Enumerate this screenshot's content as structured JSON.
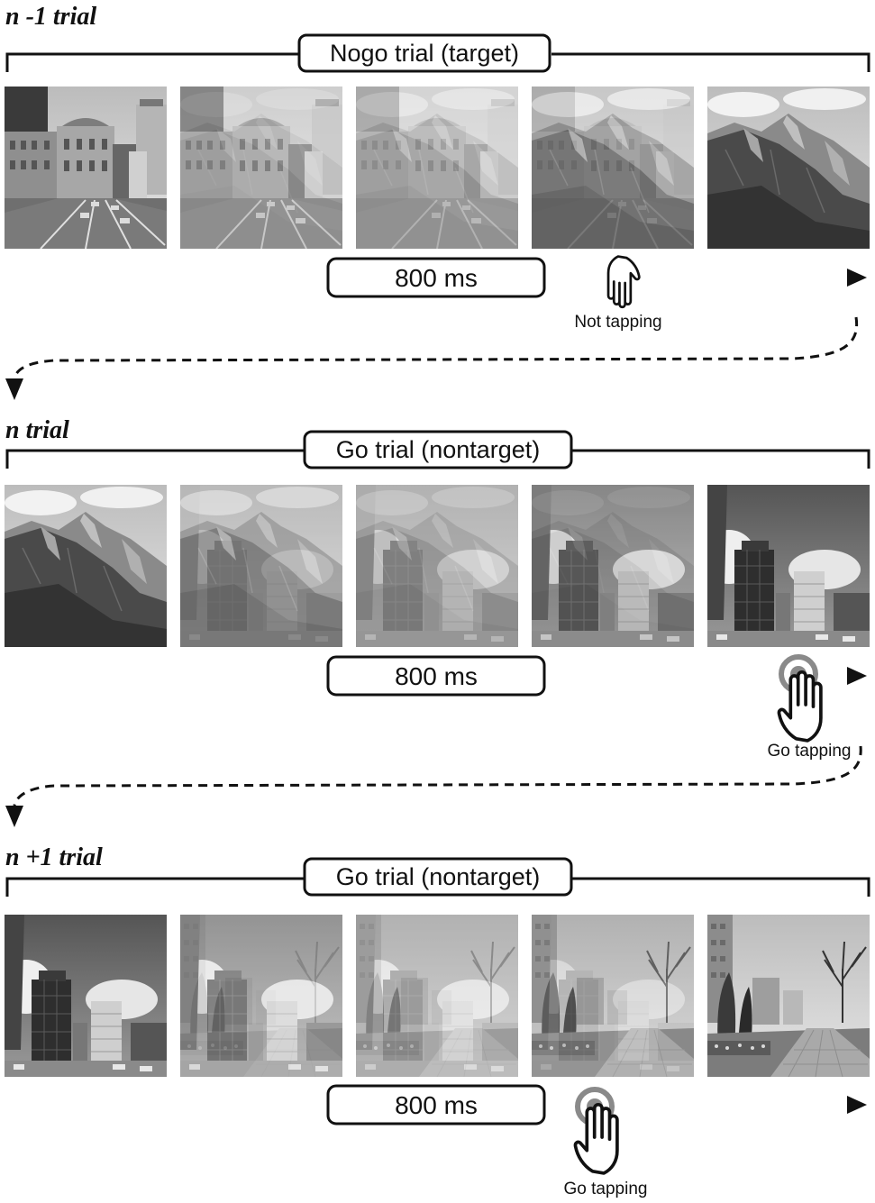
{
  "trials": [
    {
      "trial_label": "n -1 trial",
      "type_label": "Nogo trial (target)",
      "duration_label": "800 ms",
      "response_label": "Not tapping",
      "response_icon": "hand-icon",
      "tap_ring": false,
      "frames": [
        {
          "scene": "city-street",
          "fade": 0
        },
        {
          "scene": "city-street",
          "fade": 0.25
        },
        {
          "scene": "city-street",
          "fade": 0.5
        },
        {
          "scene": "mountain",
          "fade": 0.75
        },
        {
          "scene": "mountain",
          "fade": 1
        }
      ]
    },
    {
      "trial_label": "n trial",
      "type_label": "Go trial (nontarget)",
      "duration_label": "800 ms",
      "response_label": "Go tapping",
      "response_icon": "tapping-hand-icon",
      "tap_ring": true,
      "frames": [
        {
          "scene": "mountain",
          "fade": 0
        },
        {
          "scene": "mountain",
          "fade": 0.25
        },
        {
          "scene": "mountain",
          "fade": 0.5
        },
        {
          "scene": "skyscrapers",
          "fade": 0.75
        },
        {
          "scene": "skyscrapers",
          "fade": 1
        }
      ]
    },
    {
      "trial_label": "n +1 trial",
      "type_label": "Go trial (nontarget)",
      "duration_label": "800 ms",
      "response_label": "Go tapping",
      "response_icon": "tapping-hand-icon",
      "tap_ring": true,
      "frames": [
        {
          "scene": "skyscrapers",
          "fade": 0
        },
        {
          "scene": "skyscrapers",
          "fade": 0.25
        },
        {
          "scene": "skyscrapers",
          "fade": 0.5
        },
        {
          "scene": "park-walkway",
          "fade": 0.75
        },
        {
          "scene": "park-walkway",
          "fade": 1
        }
      ]
    }
  ],
  "colors": {
    "ink": "#111111",
    "ring": "#8a8a8a",
    "sky": "#d9d9d9"
  }
}
